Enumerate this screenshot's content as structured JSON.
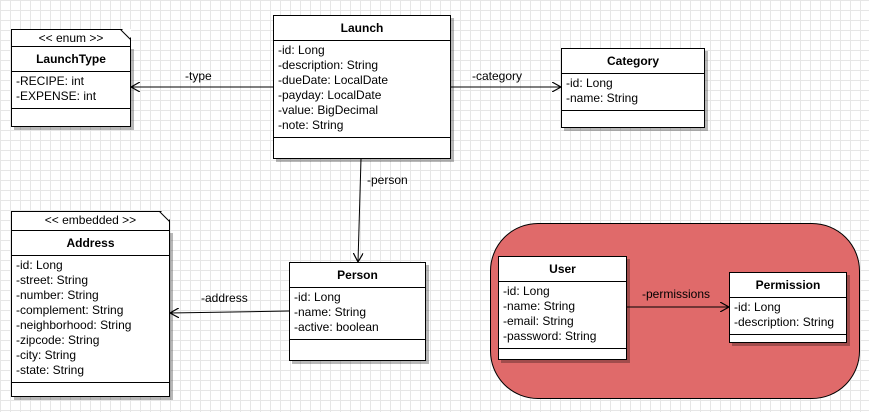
{
  "classes": {
    "launch_type": {
      "stereotype": "<< enum >>",
      "name": "LaunchType",
      "attributes": [
        "-RECIPE: int",
        "-EXPENSE: int"
      ]
    },
    "launch": {
      "name": "Launch",
      "attributes": [
        "-id: Long",
        "-description: String",
        "-dueDate: LocalDate",
        "-payday: LocalDate",
        "-value: BigDecimal",
        "-note: String"
      ]
    },
    "category": {
      "name": "Category",
      "attributes": [
        "-id: Long",
        "-name: String"
      ]
    },
    "address": {
      "stereotype": "<< embedded >>",
      "name": "Address",
      "attributes": [
        "-id: Long",
        "-street: String",
        "-number: String",
        "-complement: String",
        "-neighborhood: String",
        "-zipcode: String",
        "-city: String",
        "-state: String"
      ]
    },
    "person": {
      "name": "Person",
      "attributes": [
        "-id: Long",
        "-name: String",
        "-active: boolean"
      ]
    },
    "user": {
      "name": "User",
      "attributes": [
        "-id: Long",
        "-name: String",
        "-email: String",
        "-password: String"
      ]
    },
    "permission": {
      "name": "Permission",
      "attributes": [
        "-id: Long",
        "-description: String"
      ]
    }
  },
  "associations": {
    "type": "-type",
    "category": "-category",
    "person": "-person",
    "address": "-address",
    "permissions": "-permissions"
  },
  "colors": {
    "highlight_region": "#e06a6a",
    "grid": "#e6e6e6"
  }
}
